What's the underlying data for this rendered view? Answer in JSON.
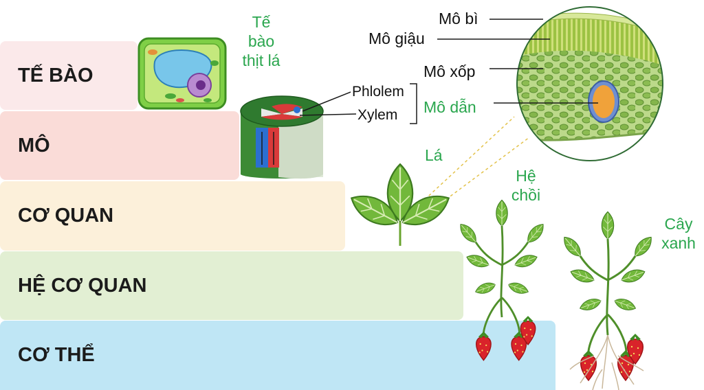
{
  "levels": [
    {
      "label": "TẾ BÀO",
      "color": "#fbe9ea"
    },
    {
      "label": "MÔ",
      "color": "#fadcd8"
    },
    {
      "label": "CƠ QUAN",
      "color": "#fcf0da"
    },
    {
      "label": "HỆ CƠ QUAN",
      "color": "#e2efd3"
    },
    {
      "label": "CƠ THỂ",
      "color": "#bfe6f5"
    }
  ],
  "annotations": {
    "cell": "Tế\nbào\nthịt lá",
    "phloem": "Phlolem",
    "xylem": "Xylem",
    "epidermis": "Mô bì",
    "palisade": "Mô giậu",
    "spongy": "Mô xốp",
    "vascular": "Mô dẫn",
    "leaf": "Lá",
    "shoot": "Hệ\nchồi",
    "plant": "Cây\nxanh"
  },
  "colors": {
    "label_green": "#2aa64e",
    "leaf_green": "#6fb63a",
    "strawberry_red": "#d9232a"
  }
}
